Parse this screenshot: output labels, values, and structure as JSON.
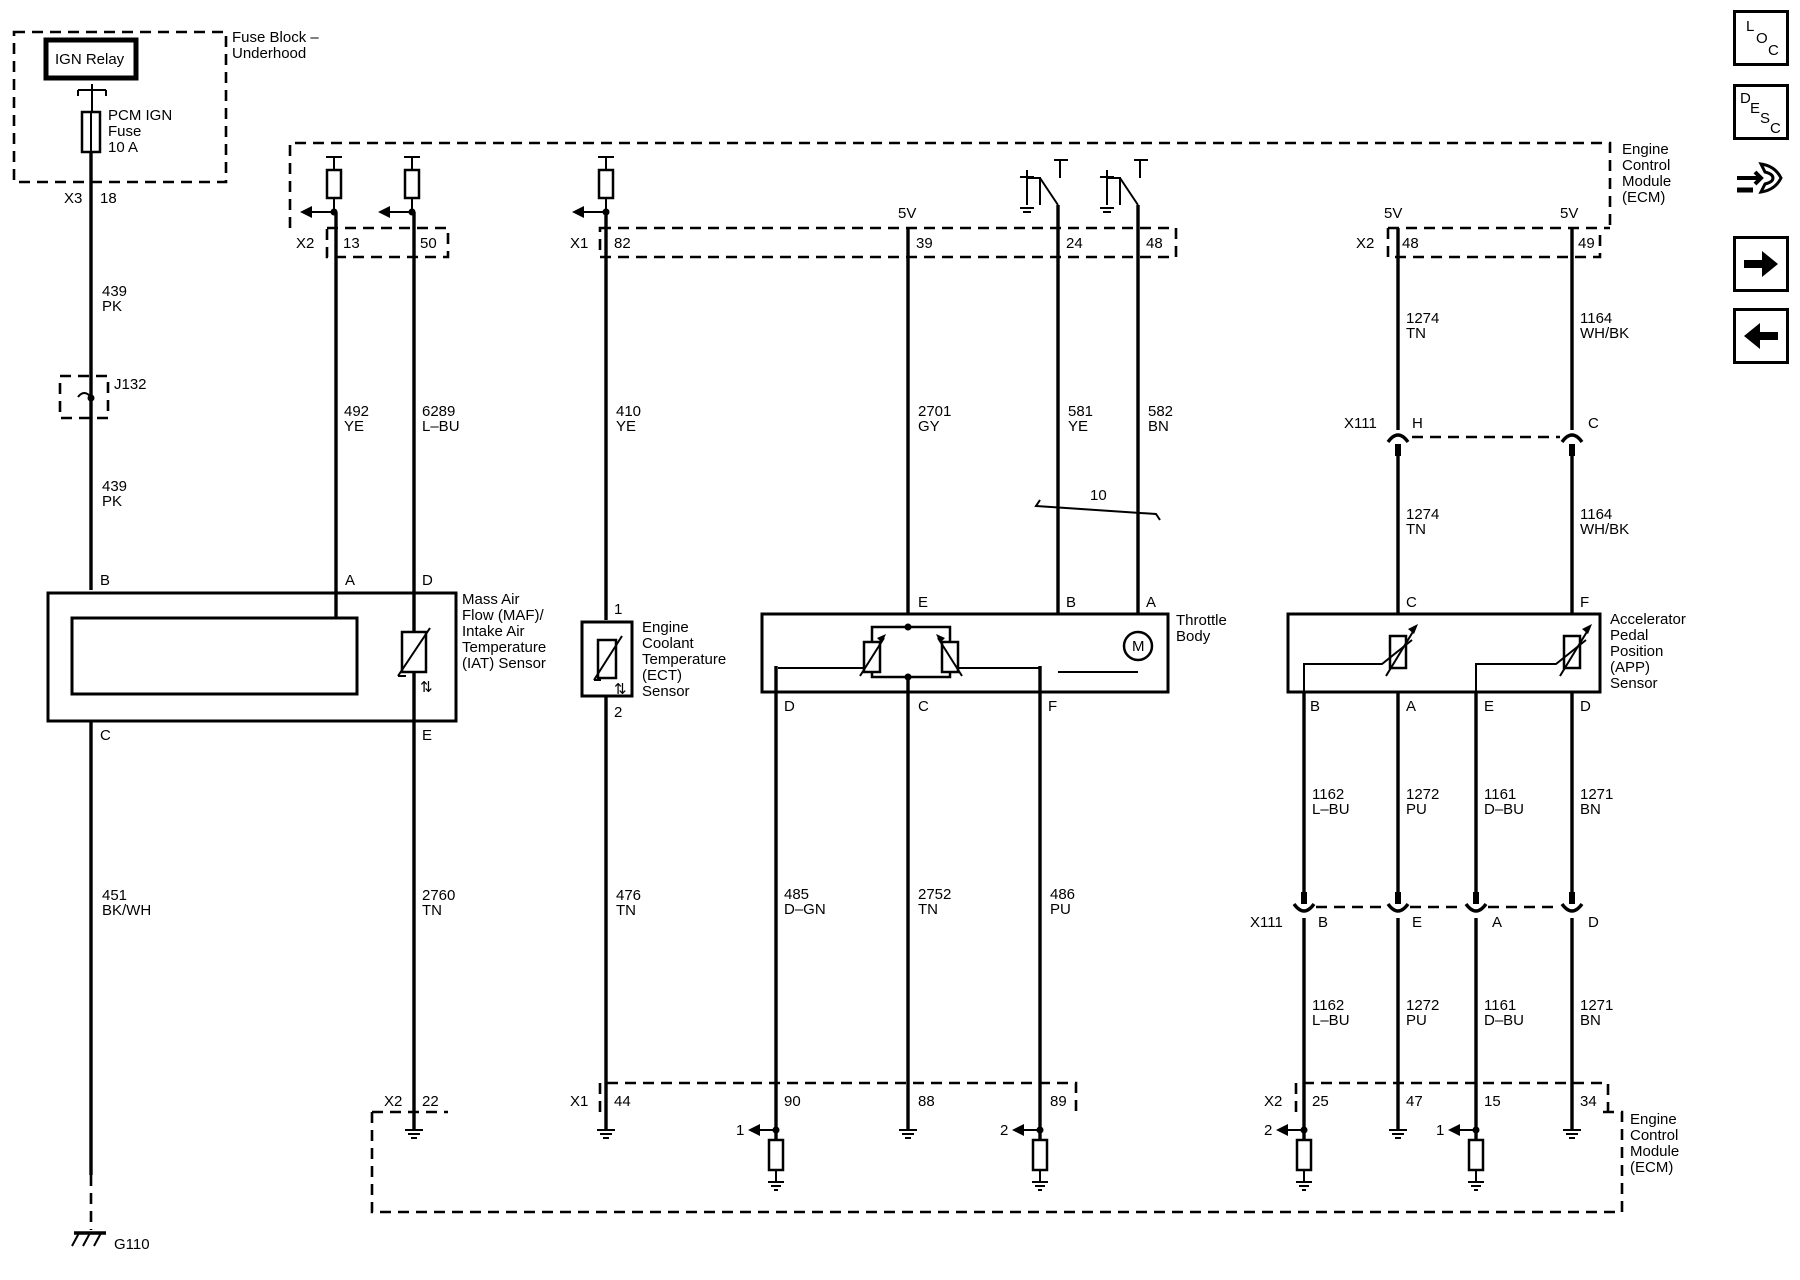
{
  "fuse_block": {
    "title_line1": "Fuse Block –",
    "title_line2": "Underhood",
    "relay": "IGN Relay",
    "fuse_line1": "PCM IGN",
    "fuse_line2": "Fuse",
    "fuse_line3": "10 A",
    "connector": "X3",
    "pin": "18"
  },
  "ecm_top": {
    "label_line1": "Engine",
    "label_line2": "Control",
    "label_line3": "Module",
    "label_line4": "(ECM)",
    "conn_x2": "X2",
    "conn_x1": "X1",
    "conn_x2b": "X2",
    "pins": [
      "13",
      "50",
      "82",
      "39",
      "24",
      "48",
      "48",
      "49"
    ],
    "v5a": "5V",
    "v5b": "5V",
    "v5c": "5V"
  },
  "ecm_bottom": {
    "label_line1": "Engine",
    "label_line2": "Control",
    "label_line3": "Module",
    "label_line4": "(ECM)",
    "conn_x2": "X2",
    "conn_x1": "X1",
    "conn_x2b": "X2",
    "pins": [
      "22",
      "44",
      "90",
      "88",
      "89",
      "25",
      "47",
      "15",
      "34"
    ],
    "res1": "1",
    "res2": "2",
    "res3": "2",
    "res4": "1"
  },
  "wires": [
    {
      "num": "439",
      "color": "PK"
    },
    {
      "num": "439",
      "color": "PK"
    },
    {
      "num": "451",
      "color": "BK/WH"
    },
    {
      "num": "492",
      "color": "YE"
    },
    {
      "num": "6289",
      "color": "L–BU"
    },
    {
      "num": "2760",
      "color": "TN"
    },
    {
      "num": "410",
      "color": "YE"
    },
    {
      "num": "476",
      "color": "TN"
    },
    {
      "num": "2701",
      "color": "GY"
    },
    {
      "num": "581",
      "color": "YE"
    },
    {
      "num": "582",
      "color": "BN"
    },
    {
      "num": "485",
      "color": "D–GN"
    },
    {
      "num": "2752",
      "color": "TN"
    },
    {
      "num": "486",
      "color": "PU"
    },
    {
      "num": "1274",
      "color": "TN"
    },
    {
      "num": "1164",
      "color": "WH/BK"
    },
    {
      "num": "1274",
      "color": "TN"
    },
    {
      "num": "1164",
      "color": "WH/BK"
    },
    {
      "num": "1162",
      "color": "L–BU"
    },
    {
      "num": "1272",
      "color": "PU"
    },
    {
      "num": "1161",
      "color": "D–BU"
    },
    {
      "num": "1271",
      "color": "BN"
    },
    {
      "num": "1162",
      "color": "L–BU"
    },
    {
      "num": "1272",
      "color": "PU"
    },
    {
      "num": "1161",
      "color": "D–BU"
    },
    {
      "num": "1271",
      "color": "BN"
    }
  ],
  "splice": "J132",
  "ground": "G110",
  "twist": "10",
  "maf": {
    "line1": "Mass Air",
    "line2": "Flow (MAF)/",
    "line3": "Intake Air",
    "line4": "Temperature",
    "line5": "(IAT) Sensor",
    "pin_b": "B",
    "pin_a": "A",
    "pin_d": "D",
    "pin_c": "C",
    "pin_e": "E"
  },
  "ect": {
    "line1": "Engine",
    "line2": "Coolant",
    "line3": "Temperature",
    "line4": "(ECT)",
    "line5": "Sensor",
    "pin1": "1",
    "pin2": "2"
  },
  "throttle": {
    "line1": "Throttle",
    "line2": "Body",
    "pin_e": "E",
    "pin_b": "B",
    "pin_a": "A",
    "pin_d": "D",
    "pin_c": "C",
    "pin_f": "F",
    "motor": "M"
  },
  "app": {
    "line1": "Accelerator",
    "line2": "Pedal",
    "line3": "Position",
    "line4": "(APP)",
    "line5": "Sensor",
    "pin_c": "C",
    "pin_f": "F",
    "pin_b": "B",
    "pin_a": "A",
    "pin_e": "E",
    "pin_d": "D"
  },
  "x111_top": {
    "name": "X111",
    "pin_h": "H",
    "pin_c": "C"
  },
  "x111_bottom": {
    "name": "X111",
    "pin_b": "B",
    "pin_e": "E",
    "pin_a": "A",
    "pin_d": "D"
  },
  "nav": {
    "loc": [
      "L",
      "O",
      "C"
    ],
    "desc": [
      "D",
      "E",
      "S",
      "C"
    ]
  }
}
